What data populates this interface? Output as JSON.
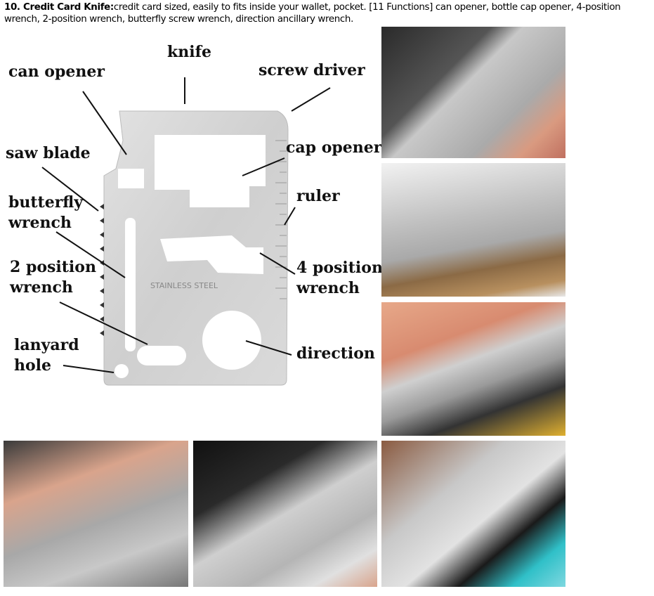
{
  "description": {
    "title": "10. Credit Card Knife:",
    "text": "credit card sized, easily to fits inside your wallet, pocket. [11 Functions] can opener, bottle cap opener, 4-position wrench, 2-position wrench, butterfly screw wrench, direction ancillary wrench."
  },
  "diagram": {
    "labels": {
      "knife": "knife",
      "can_opener": "can opener",
      "screw_driver": "screw driver",
      "saw_blade": "saw blade",
      "cap_opener": "cap opener",
      "ruler": "ruler",
      "butterfly_wrench_1": "butterfly",
      "butterfly_wrench_2": "wrench",
      "two_position_1": "2 position",
      "two_position_2": "wrench",
      "four_position_1": "4 position",
      "four_position_2": "wrench",
      "direction": "direction",
      "lanyard_1": "lanyard",
      "lanyard_2": "hole"
    },
    "card_engraving": "STAINLESS STEEL"
  }
}
